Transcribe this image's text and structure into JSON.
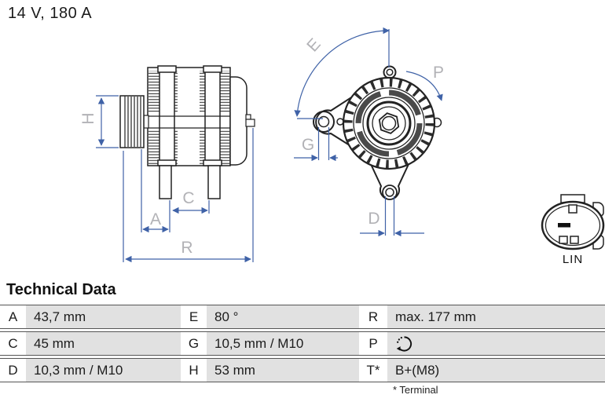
{
  "header": {
    "title": "14 V, 180 A"
  },
  "diagram": {
    "labels": {
      "H": "H",
      "A": "A",
      "C": "C",
      "R": "R",
      "E": "E",
      "G": "G",
      "P": "P",
      "D": "D"
    },
    "connector_label": "LIN",
    "dimension_color": "#3f62a7",
    "label_color": "#b2b2b6",
    "views": [
      "alternator-side-view",
      "alternator-front-view",
      "lin-connector-pinout"
    ]
  },
  "table": {
    "heading": "Technical Data",
    "rows": [
      {
        "cells": [
          {
            "label": "A",
            "value": "43,7 mm"
          },
          {
            "label": "E",
            "value": "80 °"
          },
          {
            "label": "R",
            "value": "max. 177 mm"
          }
        ]
      },
      {
        "cells": [
          {
            "label": "C",
            "value": "45 mm"
          },
          {
            "label": "G",
            "value": "10,5 mm / M10"
          },
          {
            "label": "P",
            "value": "",
            "icon": "rotation-clockwise-icon"
          }
        ]
      },
      {
        "cells": [
          {
            "label": "D",
            "value": "10,3 mm / M10"
          },
          {
            "label": "H",
            "value": "53 mm"
          },
          {
            "label": "T*",
            "value": "B+(M8)"
          }
        ]
      }
    ],
    "footnote": "* Terminal"
  }
}
